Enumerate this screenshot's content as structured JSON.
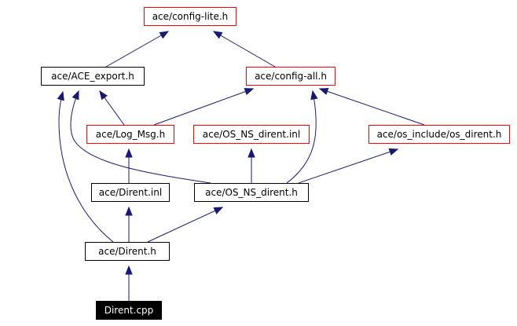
{
  "nodes": [
    {
      "id": "config_lite",
      "label": "ace/config-lite.h",
      "style": "external"
    },
    {
      "id": "ace_export",
      "label": "ace/ACE_export.h",
      "style": "normal"
    },
    {
      "id": "config_all",
      "label": "ace/config-all.h",
      "style": "external"
    },
    {
      "id": "log_msg",
      "label": "ace/Log_Msg.h",
      "style": "external"
    },
    {
      "id": "os_ns_dirent_inl",
      "label": "ace/OS_NS_dirent.inl",
      "style": "external"
    },
    {
      "id": "os_dirent",
      "label": "ace/os_include/os_dirent.h",
      "style": "external"
    },
    {
      "id": "dirent_inl",
      "label": "ace/Dirent.inl",
      "style": "normal"
    },
    {
      "id": "os_ns_dirent_h",
      "label": "ace/OS_NS_dirent.h",
      "style": "normal"
    },
    {
      "id": "dirent_h",
      "label": "ace/Dirent.h",
      "style": "normal"
    },
    {
      "id": "dirent_cpp",
      "label": "Dirent.cpp",
      "style": "root"
    }
  ],
  "edges": [
    {
      "from": "ace_export",
      "to": "config_lite"
    },
    {
      "from": "config_all",
      "to": "config_lite"
    },
    {
      "from": "log_msg",
      "to": "ace_export"
    },
    {
      "from": "log_msg",
      "to": "config_all"
    },
    {
      "from": "os_ns_dirent_h",
      "to": "ace_export"
    },
    {
      "from": "os_ns_dirent_h",
      "to": "config_all"
    },
    {
      "from": "os_ns_dirent_h",
      "to": "os_ns_dirent_inl"
    },
    {
      "from": "os_ns_dirent_h",
      "to": "os_dirent"
    },
    {
      "from": "os_dirent",
      "to": "config_all"
    },
    {
      "from": "dirent_inl",
      "to": "log_msg"
    },
    {
      "from": "dirent_h",
      "to": "ace_export"
    },
    {
      "from": "dirent_h",
      "to": "dirent_inl"
    },
    {
      "from": "dirent_h",
      "to": "os_ns_dirent_h"
    },
    {
      "from": "dirent_cpp",
      "to": "dirent_h"
    }
  ],
  "colors": {
    "edge": "#191970",
    "external_border": "#ff0000",
    "normal_border": "#000000",
    "root_fill": "#000000",
    "root_text": "#ffffff"
  }
}
